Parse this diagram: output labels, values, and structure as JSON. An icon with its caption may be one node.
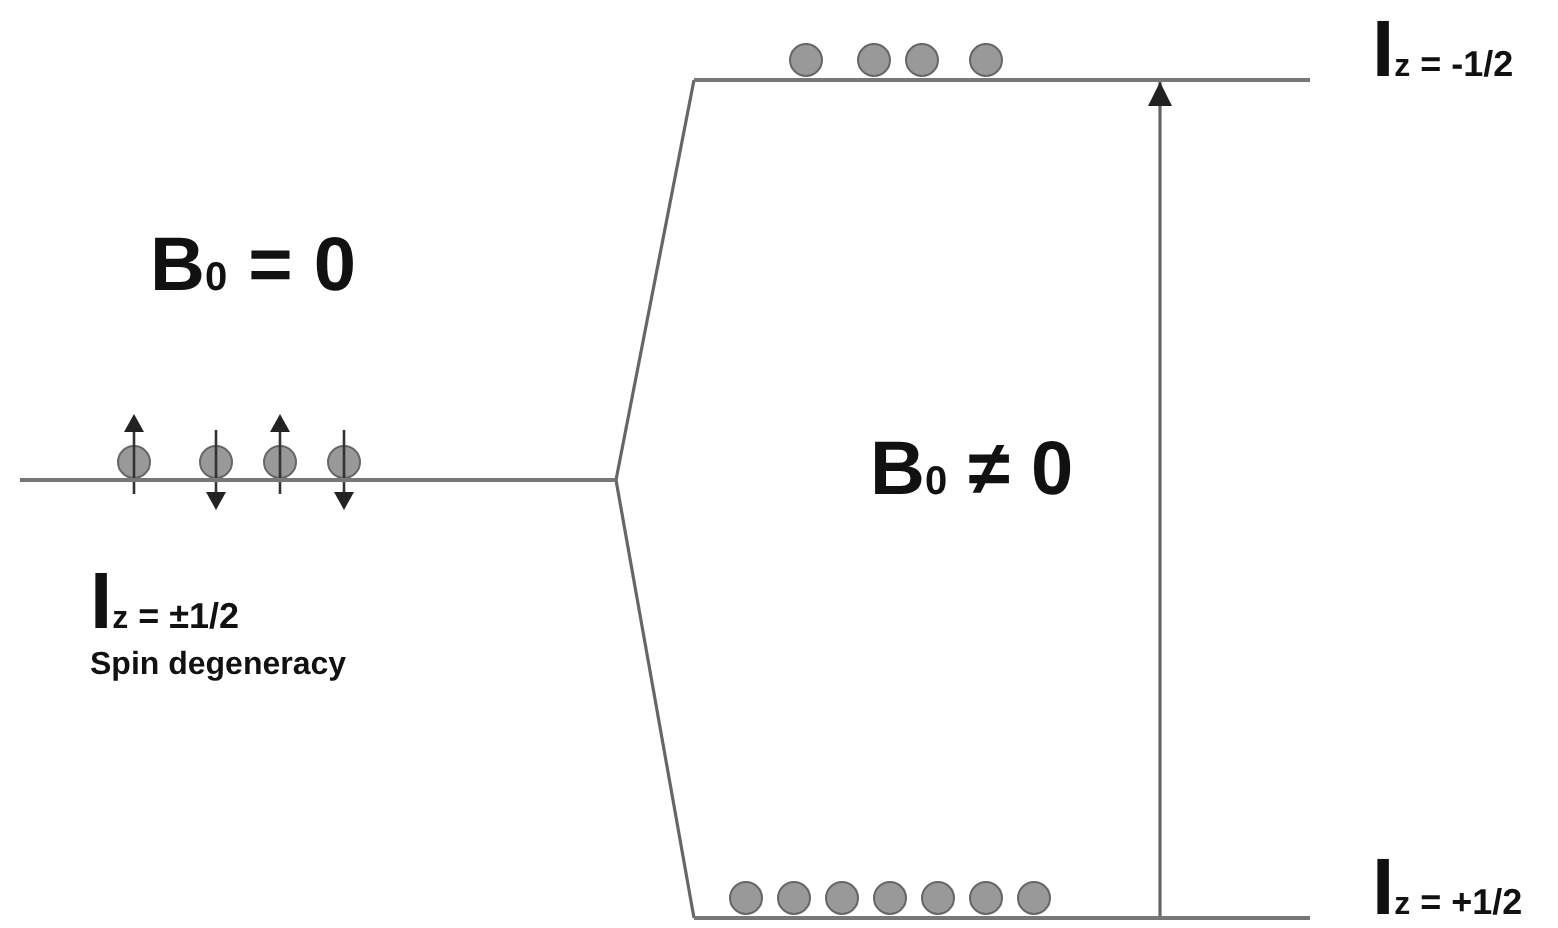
{
  "diagram": {
    "nodes": [
      {
        "text": [],
        "shape": "bar",
        "beside": [
          "I$_{z}$ = ±1/2",
          "Spin degeneracy"
        ]
      },
      {
        "text": [],
        "shape": "bar",
        "beside": [
          "I$_{z}$ = -1/2"
        ]
      },
      {
        "text": [],
        "shape": "bar",
        "beside": [
          "I$_{z}$ = +1/2"
        ]
      }
    ],
    "edges": [
      {
        "from": 0,
        "to": 1,
        "arrow": "none"
      },
      {
        "from": 0,
        "to": 2,
        "arrow": "none"
      },
      {
        "from": 2,
        "to": 1,
        "arrow": "to"
      }
    ],
    "labels": [
      "B$_{0}$ = 0",
      "B$_{0}$ ≠ 0"
    ]
  }
}
